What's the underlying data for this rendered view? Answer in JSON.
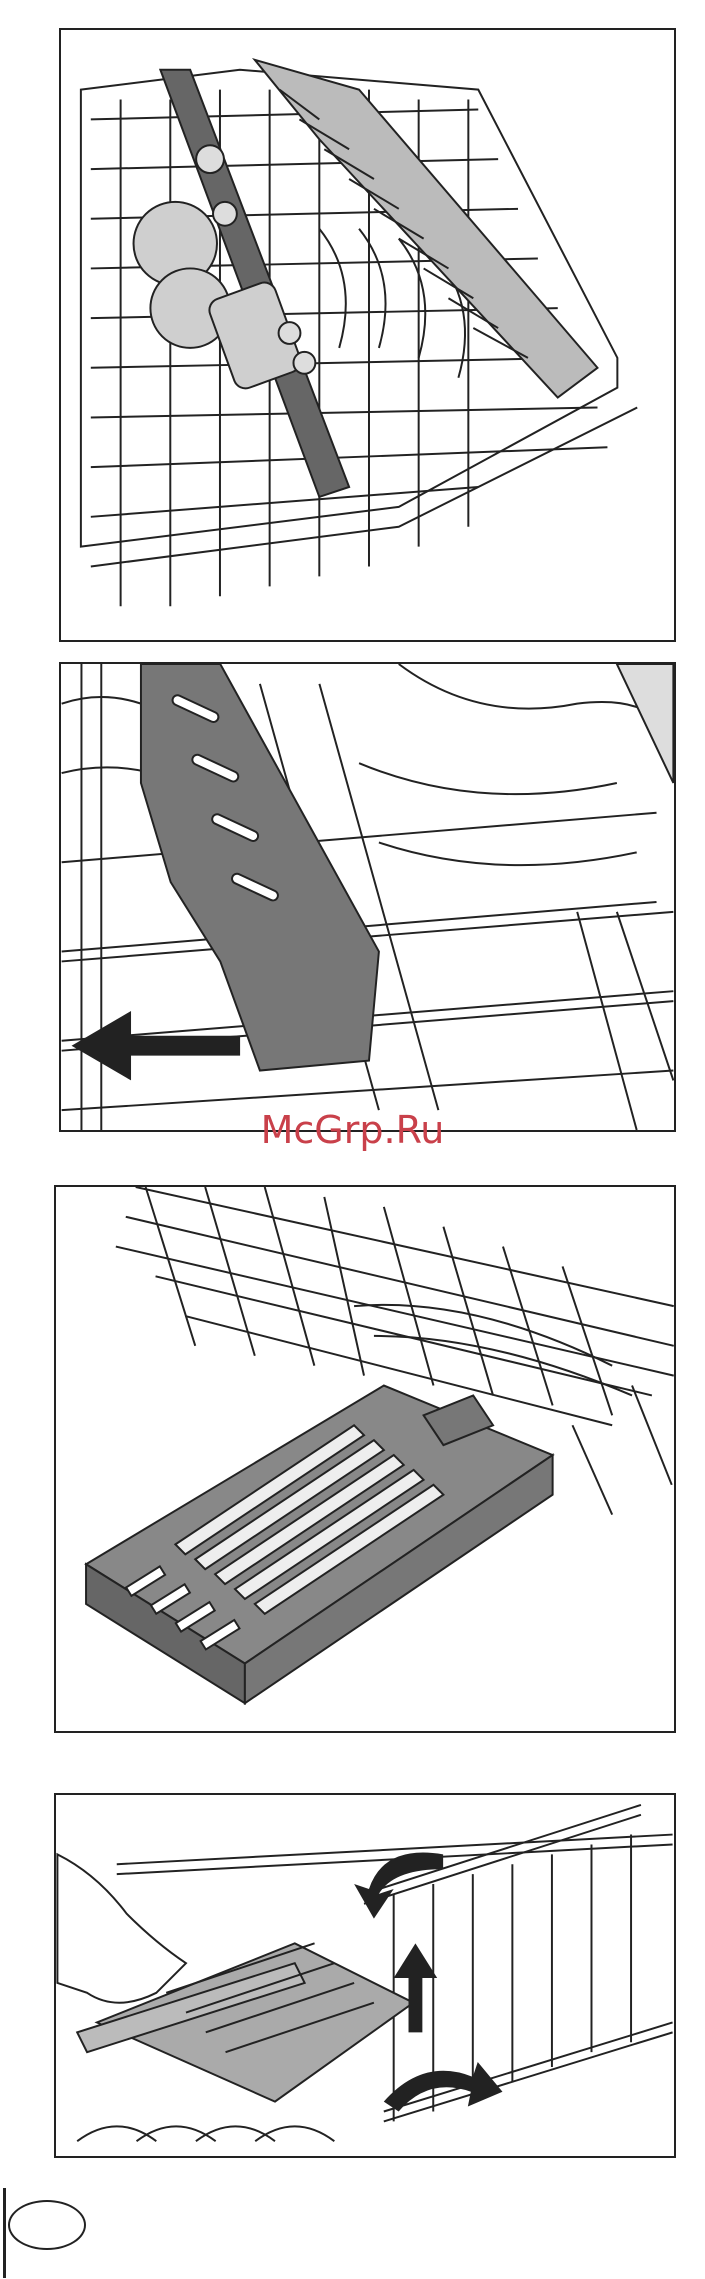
{
  "watermark": {
    "text": "McGrp.Ru",
    "color": "#c9404a"
  },
  "figures": [
    {
      "id": "fig-1",
      "icon": "cutlery-rack-with-cups-illustration"
    },
    {
      "id": "fig-2",
      "icon": "rack-holder-slide-left-illustration"
    },
    {
      "id": "fig-3",
      "icon": "cutlery-tray-under-rack-illustration"
    },
    {
      "id": "fig-4",
      "icon": "hand-adjusting-tray-illustration"
    }
  ],
  "colors": {
    "line": "#222222",
    "part_gray": "#777777",
    "light_gray": "#cfcfcf"
  }
}
